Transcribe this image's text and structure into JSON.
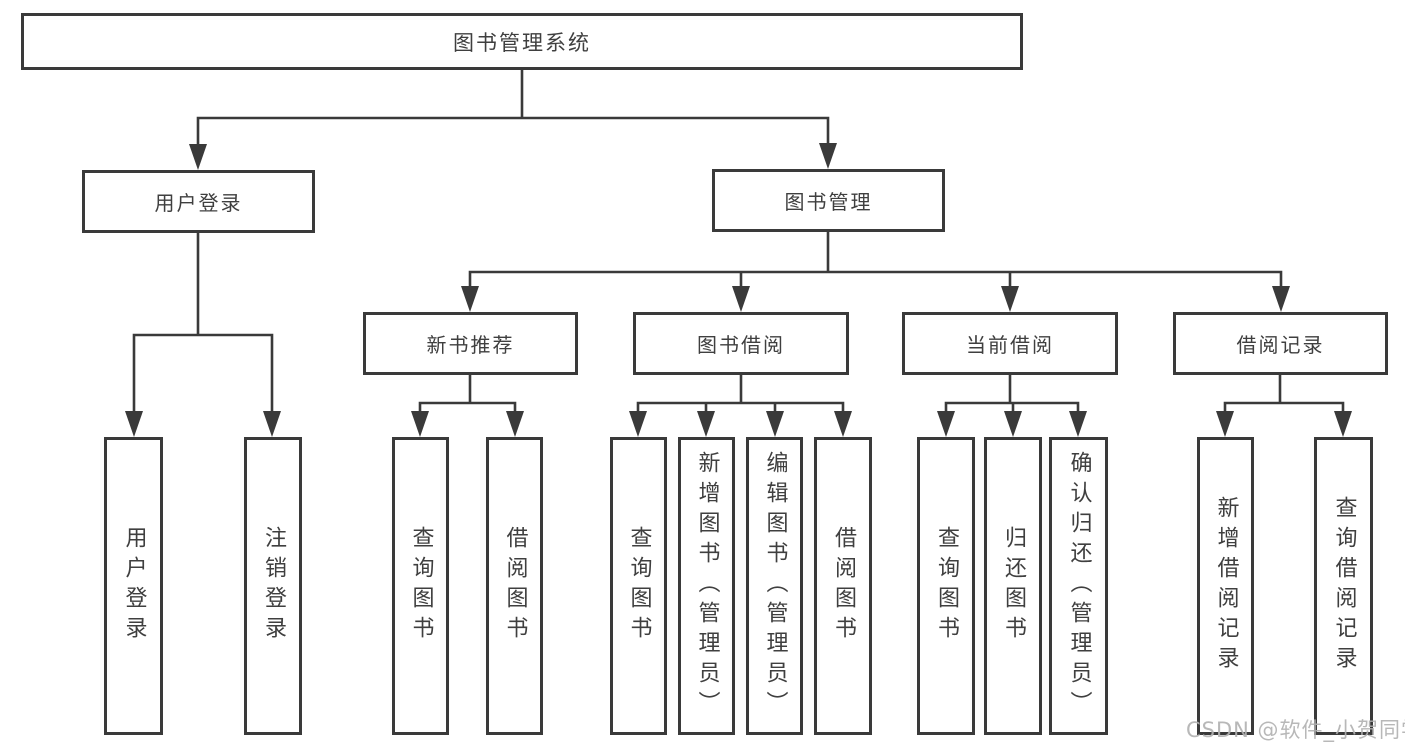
{
  "diagram": {
    "tree": {
      "root": {
        "label": "图书管理系统",
        "children": [
          {
            "label": "用户登录",
            "children": [
              {
                "label": "用户登录"
              },
              {
                "label": "注销登录"
              }
            ]
          },
          {
            "label": "图书管理",
            "children": [
              {
                "label": "新书推荐",
                "children": [
                  {
                    "label": "查询图书"
                  },
                  {
                    "label": "借阅图书"
                  }
                ]
              },
              {
                "label": "图书借阅",
                "children": [
                  {
                    "label": "查询图书"
                  },
                  {
                    "label": "新增图书（管理员）"
                  },
                  {
                    "label": "编辑图书（管理员）"
                  },
                  {
                    "label": "借阅图书"
                  }
                ]
              },
              {
                "label": "当前借阅",
                "children": [
                  {
                    "label": "查询图书"
                  },
                  {
                    "label": "归还图书"
                  },
                  {
                    "label": "确认归还（管理员）"
                  }
                ]
              },
              {
                "label": "借阅记录",
                "children": [
                  {
                    "label": "新增借阅记录"
                  },
                  {
                    "label": "查询借阅记录"
                  }
                ]
              }
            ]
          }
        ]
      }
    },
    "line_color": "#3a3a3a",
    "text_color": "#3f3f3f"
  },
  "watermark": "CSDN @软件_小贺同学"
}
